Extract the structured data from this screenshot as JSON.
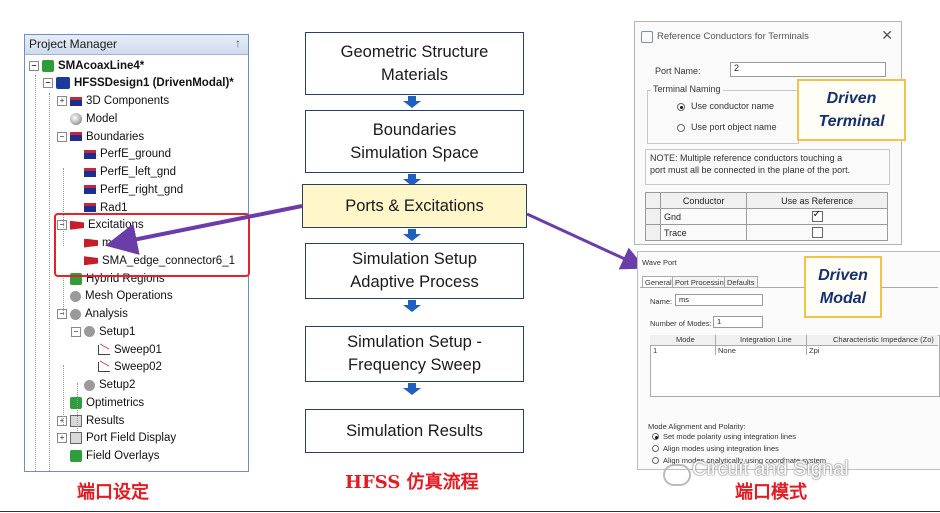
{
  "project_manager": {
    "title": "Project Manager",
    "pin": "↑",
    "tree": [
      {
        "label": "SMAcoaxLine4*",
        "depth": 0,
        "exp": "−",
        "icon": "green-project-icon",
        "bold": true
      },
      {
        "label": "HFSSDesign1 (DrivenModal)*",
        "depth": 1,
        "exp": "−",
        "icon": "hfss-design-icon",
        "bold": true
      },
      {
        "label": "3D Components",
        "depth": 2,
        "exp": "+",
        "icon": "components-icon",
        "bold": false
      },
      {
        "label": "Model",
        "depth": 2,
        "exp": "",
        "icon": "model-icon",
        "bold": false
      },
      {
        "label": "Boundaries",
        "depth": 2,
        "exp": "−",
        "icon": "boundary-icon",
        "bold": false
      },
      {
        "label": "PerfE_ground",
        "depth": 3,
        "exp": "",
        "icon": "boundary-icon",
        "bold": false
      },
      {
        "label": "PerfE_left_gnd",
        "depth": 3,
        "exp": "",
        "icon": "boundary-icon",
        "bold": false
      },
      {
        "label": "PerfE_right_gnd",
        "depth": 3,
        "exp": "",
        "icon": "boundary-icon",
        "bold": false
      },
      {
        "label": "Rad1",
        "depth": 3,
        "exp": "",
        "icon": "boundary-icon",
        "bold": false
      },
      {
        "label": "Excitations",
        "depth": 2,
        "exp": "−",
        "icon": "excitation-icon",
        "bold": false
      },
      {
        "label": "ms",
        "depth": 3,
        "exp": "",
        "icon": "excitation-icon",
        "bold": false
      },
      {
        "label": "SMA_edge_connector6_1",
        "depth": 3,
        "exp": "",
        "icon": "excitation-icon",
        "bold": false
      },
      {
        "label": "Hybrid Regions",
        "depth": 2,
        "exp": "",
        "icon": "hybrid-icon",
        "bold": false
      },
      {
        "label": "Mesh Operations",
        "depth": 2,
        "exp": "",
        "icon": "mesh-icon",
        "bold": false
      },
      {
        "label": "Analysis",
        "depth": 2,
        "exp": "−",
        "icon": "analysis-icon",
        "bold": false
      },
      {
        "label": "Setup1",
        "depth": 3,
        "exp": "−",
        "icon": "setup-icon",
        "bold": false
      },
      {
        "label": "Sweep01",
        "depth": 4,
        "exp": "",
        "icon": "sweep-icon",
        "bold": false
      },
      {
        "label": "Sweep02",
        "depth": 4,
        "exp": "",
        "icon": "sweep-icon",
        "bold": false
      },
      {
        "label": "Setup2",
        "depth": 3,
        "exp": "",
        "icon": "setup-icon",
        "bold": false
      },
      {
        "label": "Optimetrics",
        "depth": 2,
        "exp": "",
        "icon": "optimetrics-icon",
        "bold": false
      },
      {
        "label": "Results",
        "depth": 2,
        "exp": "+",
        "icon": "results-icon",
        "bold": false
      },
      {
        "label": "Port Field Display",
        "depth": 2,
        "exp": "+",
        "icon": "port-field-icon",
        "bold": false
      },
      {
        "label": "Field Overlays",
        "depth": 2,
        "exp": "",
        "icon": "field-overlays-icon",
        "bold": false
      }
    ]
  },
  "flow": {
    "steps": [
      {
        "line1": "Geometric Structure",
        "line2": "Materials"
      },
      {
        "line1": "Boundaries",
        "line2": "Simulation Space"
      },
      {
        "line1": "Ports & Excitations",
        "line2": ""
      },
      {
        "line1": "Simulation Setup",
        "line2": "Adaptive Process"
      },
      {
        "line1": "Simulation Setup -",
        "line2": "Frequency Sweep"
      },
      {
        "line1": "Simulation Results",
        "line2": ""
      }
    ]
  },
  "terminal_dialog": {
    "title": "Reference Conductors for Terminals",
    "close": "✕",
    "port_name_label": "Port Name:",
    "port_name_value": "2",
    "naming_group": "Terminal Naming",
    "radio1": "Use conductor name",
    "radio2": "Use port object name",
    "note_line1": "NOTE: Multiple reference conductors touching a",
    "note_line2": "port must all be connected in the plane of the port.",
    "col_conductor": "Conductor",
    "col_use": "Use as Reference",
    "rows": [
      {
        "name": "Gnd",
        "checked": true
      },
      {
        "name": "Trace",
        "checked": false
      }
    ]
  },
  "modal_dialog": {
    "title": "Wave Port",
    "tabs": [
      "General",
      "Port Processing",
      "Defaults"
    ],
    "name_label": "Name:",
    "name_value": "ms",
    "modes_label": "Number of Modes:",
    "modes_value": "1",
    "col_mode": "Mode",
    "col_integration": "Integration Line",
    "col_impedance": "Characteristic Impedance (Zo)",
    "row_mode": "1",
    "row_integration": "None",
    "row_impedance": "Zpi",
    "alignment_label": "Mode Alignment and Polarity:",
    "opt1": "Set mode polarity using integration lines",
    "opt2": "Align modes using integration lines",
    "opt3": "Align modes analytically using coordinate system"
  },
  "callouts": {
    "terminal_line1": "Driven",
    "terminal_line2": "Terminal",
    "modal_line1": "Driven",
    "modal_line2": "Modal"
  },
  "captions": {
    "left": "端口设定",
    "center": "HFSS 仿真流程",
    "right": "端口模式"
  },
  "watermark": "Circuit and Signal",
  "colors": {
    "accent_red": "#e3222a",
    "arrow_purple": "#6a3da8",
    "flow_arrow_blue": "#1f5fbf",
    "callout_border": "#f2c24a"
  }
}
